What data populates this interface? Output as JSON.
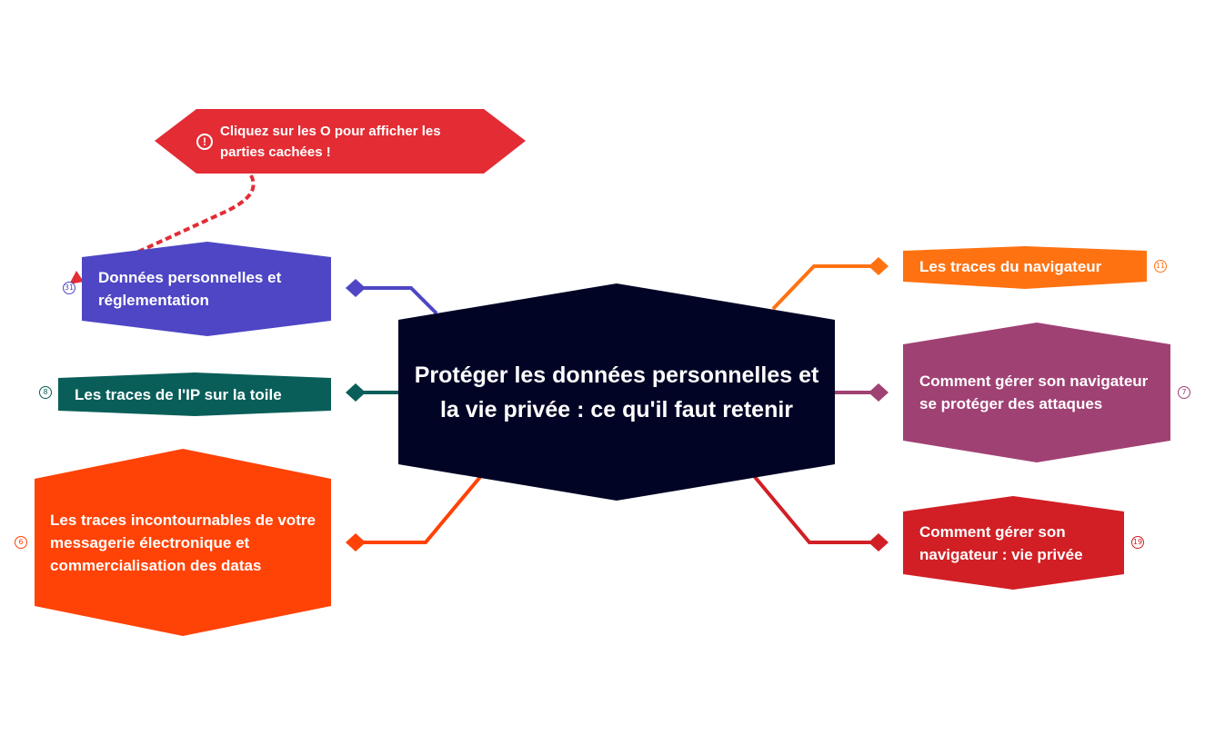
{
  "colors": {
    "background": "#ffffff",
    "central": "#020426",
    "callout": "#e32c34",
    "donnees": "#4e46c4",
    "ip": "#0a5e59",
    "messagerie": "#ff4206",
    "navigateur": "#ff7212",
    "attaques": "#a04174",
    "vie_privee": "#d11f25"
  },
  "central": {
    "label": "Protéger les données personnelles et la vie privée : ce qu'il faut retenir"
  },
  "callout": {
    "label": "Cliquez sur les O pour afficher les parties cachées !",
    "icon": "exclamation-circle-icon",
    "icon_glyph": "!"
  },
  "branches": {
    "donnees": {
      "label": "Données personnelles et réglementation",
      "count": "31"
    },
    "ip": {
      "label": "Les traces de l'IP sur la toile",
      "count": "8"
    },
    "messagerie": {
      "label": "Les traces incontournables de votre messagerie électronique et commercialisation des datas",
      "count": "6"
    },
    "navigateur": {
      "label": "Les traces du navigateur",
      "count": "11"
    },
    "attaques": {
      "label": "Comment gérer son navigateur se protéger des attaques",
      "count": "7"
    },
    "vie_privee": {
      "label": "Comment gérer son navigateur : vie privée",
      "count": "19"
    }
  }
}
